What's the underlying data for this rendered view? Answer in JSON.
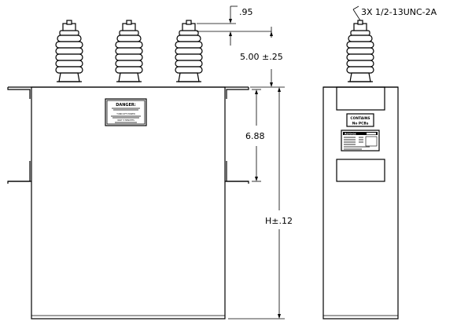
{
  "dimensions": {
    "terminal_height": ".95",
    "bushing_height": "5.00 ±.25",
    "mount_spacing": "6.88",
    "case_height": "H±.12",
    "thread_spec": "3X  1/2-13UNC-2A"
  },
  "danger_label": {
    "title": "DANGER:",
    "line_1": "TURN OFF POWER",
    "line_2": "WAIT 5 MINUTES"
  },
  "pcb_label": {
    "line_1": "CONTAINS",
    "line_2": "No PCBs"
  },
  "nameplate": {
    "brand": "Aerovox"
  }
}
